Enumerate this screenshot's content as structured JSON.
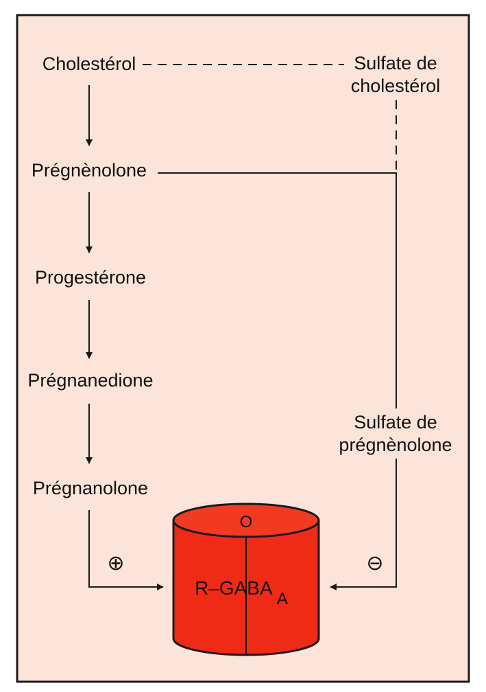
{
  "diagram": {
    "pathway": [
      "Cholestérol",
      "Prégnènolone",
      "Progestérone",
      "Prégnanedione",
      "Prégnanolone"
    ],
    "sulfate_cholesterol": [
      "Sulfate de",
      "cholestérol"
    ],
    "sulfate_pregnenolone": [
      "Sulfate de",
      "prégnènolone"
    ],
    "receptor": {
      "label": "R–GABA",
      "subscript": "A",
      "mark": "O"
    },
    "effects": {
      "positive": "⊕",
      "negative": "⊖"
    }
  },
  "colors": {
    "background": "#fde4da",
    "border": "#1a1a1a",
    "line": "#1a1a1a",
    "receptor_fill": "#ef2a16",
    "receptor_top": "#f23a22"
  }
}
